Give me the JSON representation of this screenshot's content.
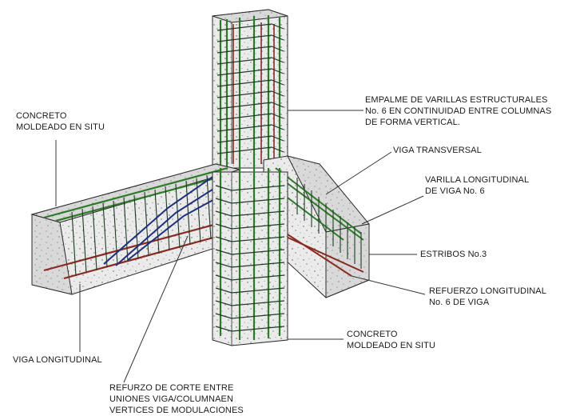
{
  "labels": {
    "concreto_top": [
      "CONCRETO",
      "MOLDEADO EN SITU"
    ],
    "empalme": [
      "EMPALME DE VARILLAS ESTRUCTURALES",
      "No. 6 EN CONTINUIDAD ENTRE COLUMNAS",
      "DE FORMA VERTICAL."
    ],
    "viga_transversal": [
      "VIGA TRANSVERSAL"
    ],
    "varilla_longitudinal": [
      "VARILLA LONGITUDINAL",
      "DE VIGA No. 6"
    ],
    "estribos": [
      "ESTRIBOS No.3"
    ],
    "refuerzo_longitudinal": [
      "REFUERZO LONGITUDINAL",
      "No. 6 DE VIGA"
    ],
    "concreto_bottom": [
      "CONCRETO",
      "MOLDEADO EN SITU"
    ],
    "viga_longitudinal": [
      "VIGA LONGITUDINAL"
    ],
    "refuerzo_corte": [
      "REFURZO DE CORTE ENTRE",
      "UNIONES  VIGA/COLUMNAEN",
      "VERTICES DE MODULACIONES"
    ]
  },
  "colors": {
    "concrete": "#e9e9e9",
    "concrete_dark": "#cfcfcf",
    "rebar_green": "#2f7a2a",
    "rebar_red": "#8a2b22",
    "rebar_blue": "#1f2f7a",
    "outline": "#2a2a2a",
    "leader": "#333333"
  }
}
